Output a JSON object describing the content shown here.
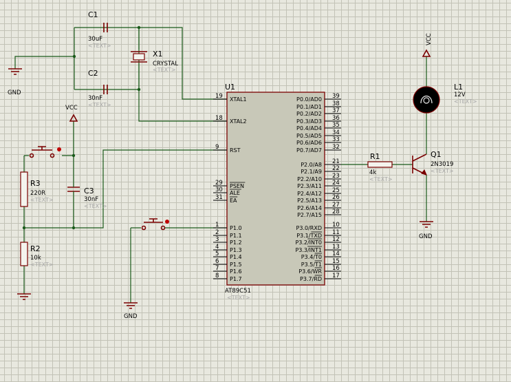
{
  "labels": {
    "c1_ref": "C1",
    "c1_val": "30uF",
    "c2_ref": "C2",
    "c2_val": "30nF",
    "c3_ref": "C3",
    "c3_val": "30nF",
    "x1_ref": "X1",
    "x1_val": "CRYSTAL",
    "r1_ref": "R1",
    "r1_val": "4k",
    "r2_ref": "R2",
    "r2_val": "10k",
    "r3_ref": "R3",
    "r3_val": "220R",
    "q1_ref": "Q1",
    "q1_val": "2N3019",
    "l1_ref": "L1",
    "l1_val": "12V",
    "u1_ref": "U1",
    "u1_val": "AT89C51",
    "text_placeholder": "<TEXT>",
    "gnd": "GND",
    "vcc": "VCC"
  },
  "left_pins": [
    {
      "num": "19",
      "name": "XTAL1"
    },
    {
      "num": "18",
      "name": "XTAL2"
    },
    {
      "num": "9",
      "name": "RST"
    },
    {
      "num": "29",
      "name": "PSEN"
    },
    {
      "num": "30",
      "name": "ALE"
    },
    {
      "num": "31",
      "name": "EA"
    },
    {
      "num": "1",
      "name": "P1.0"
    },
    {
      "num": "2",
      "name": "P1.1"
    },
    {
      "num": "3",
      "name": "P1.2"
    },
    {
      "num": "4",
      "name": "P1.3"
    },
    {
      "num": "5",
      "name": "P1.4"
    },
    {
      "num": "6",
      "name": "P1.5"
    },
    {
      "num": "7",
      "name": "P1.6"
    },
    {
      "num": "8",
      "name": "P1.7"
    }
  ],
  "right_pins": [
    {
      "num": "39",
      "name": "P0.0/AD0"
    },
    {
      "num": "38",
      "name": "P0.1/AD1"
    },
    {
      "num": "37",
      "name": "P0.2/AD2"
    },
    {
      "num": "36",
      "name": "P0.3/AD3"
    },
    {
      "num": "35",
      "name": "P0.4/AD4"
    },
    {
      "num": "34",
      "name": "P0.5/AD5"
    },
    {
      "num": "33",
      "name": "P0.6/AD6"
    },
    {
      "num": "32",
      "name": "P0.7/AD7"
    },
    {
      "num": "21",
      "name": "P2.0/A8"
    },
    {
      "num": "22",
      "name": "P2.1/A9"
    },
    {
      "num": "23",
      "name": "P2.2/A10"
    },
    {
      "num": "24",
      "name": "P2.3/A11"
    },
    {
      "num": "25",
      "name": "P2.4/A12"
    },
    {
      "num": "26",
      "name": "P2.5/A13"
    },
    {
      "num": "27",
      "name": "P2.6/A14"
    },
    {
      "num": "28",
      "name": "P2.7/A15"
    },
    {
      "num": "10",
      "name": "P3.0/RXD"
    },
    {
      "num": "11",
      "name": "P3.1/TXD"
    },
    {
      "num": "12",
      "name": "P3.2/INT0"
    },
    {
      "num": "13",
      "name": "P3.3/INT1"
    },
    {
      "num": "14",
      "name": "P3.4/T0"
    },
    {
      "num": "15",
      "name": "P3.5/T1"
    },
    {
      "num": "16",
      "name": "P3.6/WR"
    },
    {
      "num": "17",
      "name": "P3.7/RD"
    }
  ]
}
